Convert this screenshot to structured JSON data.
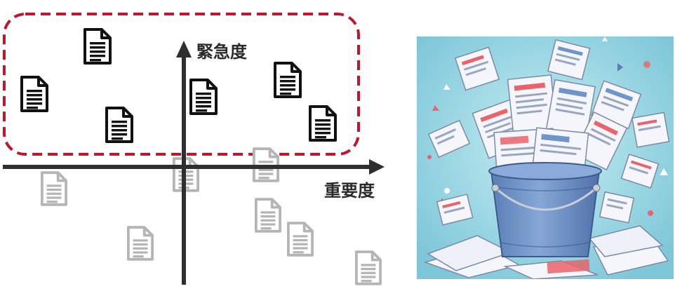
{
  "diagram": {
    "y_axis_label": "緊急度",
    "x_axis_label": "重要度",
    "colors": {
      "axis": "#2f2f2f",
      "highlight_border": "#c0152f",
      "important_doc": "#111111",
      "faded_doc": "#b5b5b5"
    },
    "documents": [
      {
        "id": "d1",
        "state": "important"
      },
      {
        "id": "d2",
        "state": "important"
      },
      {
        "id": "d3",
        "state": "important"
      },
      {
        "id": "d4",
        "state": "important"
      },
      {
        "id": "d5",
        "state": "important"
      },
      {
        "id": "d6",
        "state": "important"
      },
      {
        "id": "d7",
        "state": "faded"
      },
      {
        "id": "d8",
        "state": "faded"
      },
      {
        "id": "d9",
        "state": "faded"
      },
      {
        "id": "d10",
        "state": "faded"
      },
      {
        "id": "d11",
        "state": "faded"
      },
      {
        "id": "d12",
        "state": "faded"
      },
      {
        "id": "d13",
        "state": "faded"
      }
    ]
  },
  "illustration": {
    "subject": "bucket-overflowing-with-documents",
    "colors": {
      "background": "#8fd3e0",
      "bucket": "#6f94c8",
      "paper": "#f4f6fb",
      "accent_red": "#e8646a"
    }
  }
}
